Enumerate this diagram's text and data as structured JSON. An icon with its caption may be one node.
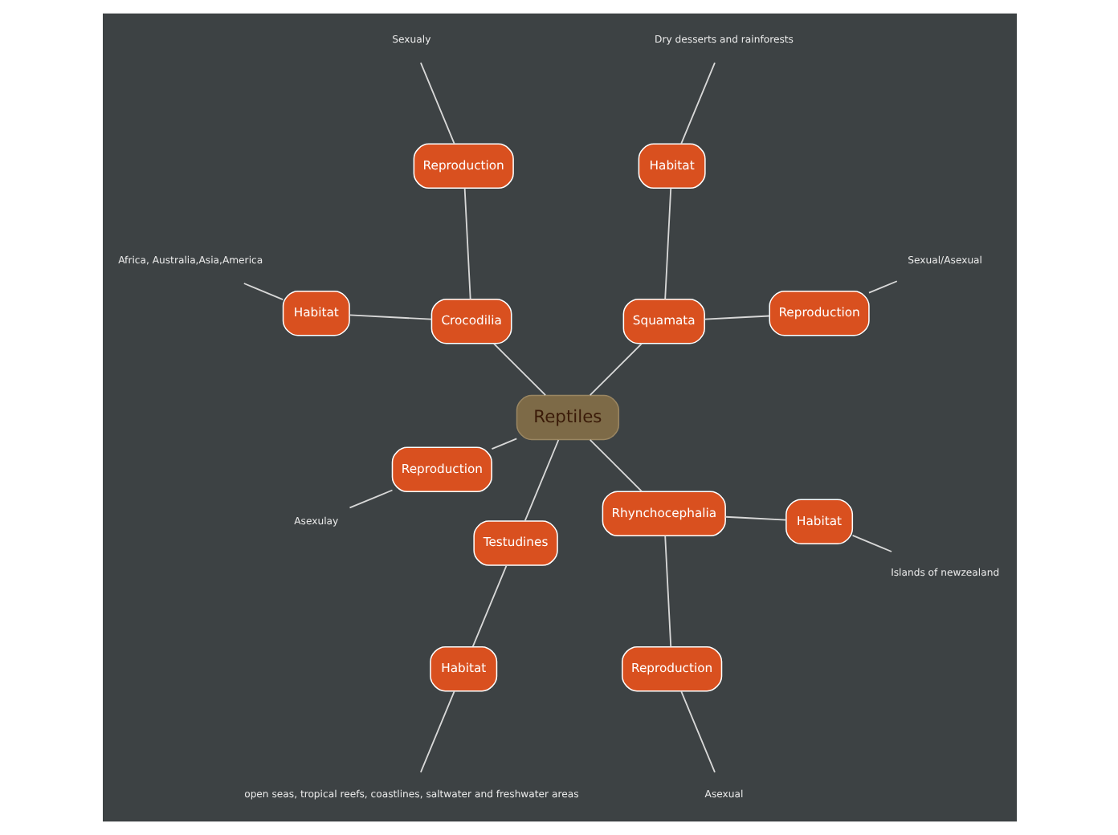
{
  "diagram": {
    "nodes": [
      {
        "text": [
          "Reptiles"
        ]
      },
      {
        "text": [
          "Squamata"
        ]
      },
      {
        "text": [
          "Reproduction"
        ]
      },
      {
        "text": [
          "Sexual/Asexual"
        ]
      },
      {
        "text": [
          "Habitat"
        ]
      },
      {
        "text": [
          "Dry desserts and rainforests"
        ]
      },
      {
        "text": [
          "Crocodilia"
        ]
      },
      {
        "text": [
          "Reproduction"
        ]
      },
      {
        "text": [
          "Sexualy"
        ]
      },
      {
        "text": [
          "Habitat"
        ]
      },
      {
        "text": [
          "Africa, Australia,Asia,America"
        ]
      },
      {
        "text": [
          "Reproduction"
        ]
      },
      {
        "text": [
          "Asexulay"
        ]
      },
      {
        "text": [
          "Testudines"
        ]
      },
      {
        "text": [
          "Habitat"
        ]
      },
      {
        "text": [
          "open seas, tropical reefs, coastlines, saltwater and freshwater areas"
        ]
      },
      {
        "text": [
          "Rhynchocephalia"
        ]
      },
      {
        "text": [
          "Reproduction"
        ]
      },
      {
        "text": [
          "Asexual"
        ]
      },
      {
        "text": [
          "Habitat"
        ]
      },
      {
        "text": [
          "Islands of newzealand"
        ]
      }
    ],
    "edges": [
      {
        "from": 0,
        "to": 1,
        "arrow": "none"
      },
      {
        "from": 1,
        "to": 2,
        "arrow": "none"
      },
      {
        "from": 2,
        "to": 3,
        "arrow": "none"
      },
      {
        "from": 1,
        "to": 4,
        "arrow": "none"
      },
      {
        "from": 4,
        "to": 5,
        "arrow": "none"
      },
      {
        "from": 0,
        "to": 6,
        "arrow": "none"
      },
      {
        "from": 6,
        "to": 7,
        "arrow": "none"
      },
      {
        "from": 7,
        "to": 8,
        "arrow": "none"
      },
      {
        "from": 6,
        "to": 9,
        "arrow": "none"
      },
      {
        "from": 9,
        "to": 10,
        "arrow": "none"
      },
      {
        "from": 0,
        "to": 11,
        "arrow": "none"
      },
      {
        "from": 11,
        "to": 12,
        "arrow": "none"
      },
      {
        "from": 0,
        "to": 13,
        "arrow": "none"
      },
      {
        "from": 13,
        "to": 14,
        "arrow": "none"
      },
      {
        "from": 14,
        "to": 15,
        "arrow": "none"
      },
      {
        "from": 0,
        "to": 16,
        "arrow": "none"
      },
      {
        "from": 16,
        "to": 17,
        "arrow": "none"
      },
      {
        "from": 17,
        "to": 18,
        "arrow": "none"
      },
      {
        "from": 16,
        "to": 19,
        "arrow": "none"
      },
      {
        "from": 19,
        "to": 20,
        "arrow": "none"
      }
    ]
  }
}
